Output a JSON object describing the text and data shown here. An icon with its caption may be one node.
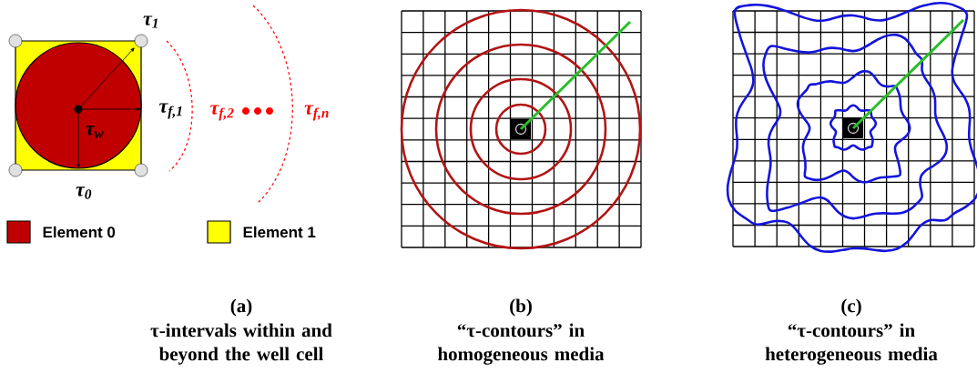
{
  "diagram": {
    "labels": [
      "τ$_{1}$",
      "τ$_{f,1}$",
      "τ$_{f,2}$",
      "τ$_{f,n}$",
      "τ$_{w}$",
      "τ$_{0}$",
      "(a)",
      "τ-intervals within and beyond the well cell",
      "(b)",
      "“τ-contours” in homogeneous media",
      "(c)",
      "“τ-contours” in heterogeneous media"
    ],
    "legend": [
      {
        "text": "Element 0",
        "color": "#c00000"
      },
      {
        "text": "Element 1",
        "color": "#ffff00"
      }
    ]
  }
}
